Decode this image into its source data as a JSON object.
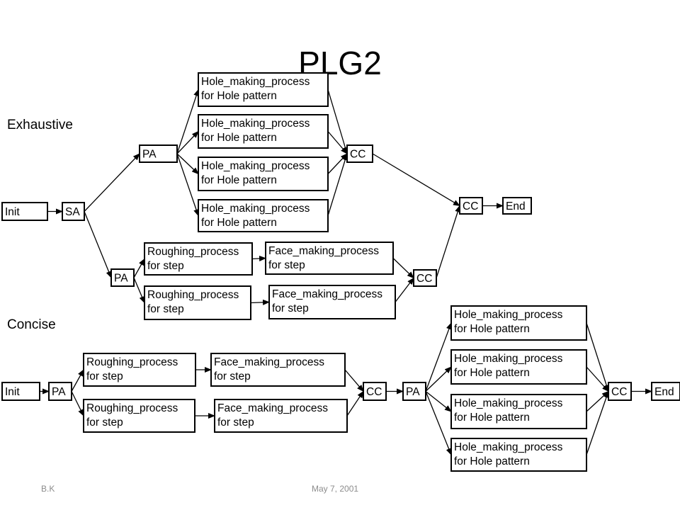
{
  "title": "PLG2",
  "sections": {
    "exhaustive": "Exhaustive",
    "concise": "Concise"
  },
  "footer": {
    "author": "B.K",
    "date": "May 7, 2001"
  },
  "diagram": {
    "nodes": [
      {
        "id": "e_init",
        "lines": [
          "Init"
        ]
      },
      {
        "id": "e_sa",
        "lines": [
          "SA"
        ]
      },
      {
        "id": "e_pa1",
        "lines": [
          "PA"
        ]
      },
      {
        "id": "e_hole1",
        "lines": [
          "Hole_making_process",
          "for Hole pattern"
        ]
      },
      {
        "id": "e_hole2",
        "lines": [
          "Hole_making_process",
          "for Hole pattern"
        ]
      },
      {
        "id": "e_hole3",
        "lines": [
          "Hole_making_process",
          "for Hole pattern"
        ]
      },
      {
        "id": "e_hole4",
        "lines": [
          "Hole_making_process",
          "for Hole pattern"
        ]
      },
      {
        "id": "e_cc1",
        "lines": [
          "CC"
        ]
      },
      {
        "id": "e_cc3",
        "lines": [
          "CC"
        ]
      },
      {
        "id": "e_end",
        "lines": [
          "End"
        ]
      },
      {
        "id": "e_pa2",
        "lines": [
          "PA"
        ]
      },
      {
        "id": "e_rough1",
        "lines": [
          "Roughing_process",
          "for step"
        ]
      },
      {
        "id": "e_face1",
        "lines": [
          "Face_making_process",
          "for step"
        ]
      },
      {
        "id": "e_rough2",
        "lines": [
          "Roughing_process",
          "for step"
        ]
      },
      {
        "id": "e_face2",
        "lines": [
          "Face_making_process",
          "for step"
        ]
      },
      {
        "id": "e_cc2",
        "lines": [
          "CC"
        ]
      },
      {
        "id": "c_init",
        "lines": [
          "Init"
        ]
      },
      {
        "id": "c_pa1",
        "lines": [
          "PA"
        ]
      },
      {
        "id": "c_rough1",
        "lines": [
          "Roughing_process",
          "for step"
        ]
      },
      {
        "id": "c_face1",
        "lines": [
          "Face_making_process",
          "for step"
        ]
      },
      {
        "id": "c_rough2",
        "lines": [
          "Roughing_process",
          "for step"
        ]
      },
      {
        "id": "c_face2",
        "lines": [
          "Face_making_process",
          "for step"
        ]
      },
      {
        "id": "c_cc1",
        "lines": [
          "CC"
        ]
      },
      {
        "id": "c_pa2",
        "lines": [
          "PA"
        ]
      },
      {
        "id": "c_hole1",
        "lines": [
          "Hole_making_process",
          "for Hole pattern"
        ]
      },
      {
        "id": "c_hole2",
        "lines": [
          "Hole_making_process",
          "for Hole pattern"
        ]
      },
      {
        "id": "c_hole3",
        "lines": [
          "Hole_making_process",
          "for Hole pattern"
        ]
      },
      {
        "id": "c_hole4",
        "lines": [
          "Hole_making_process",
          "for Hole pattern"
        ]
      },
      {
        "id": "c_cc2",
        "lines": [
          "CC"
        ]
      },
      {
        "id": "c_end",
        "lines": [
          "End"
        ]
      }
    ],
    "edges": [
      [
        "e_init",
        "e_sa"
      ],
      [
        "e_sa",
        "e_pa1"
      ],
      [
        "e_sa",
        "e_pa2"
      ],
      [
        "e_pa1",
        "e_hole1"
      ],
      [
        "e_pa1",
        "e_hole2"
      ],
      [
        "e_pa1",
        "e_hole3"
      ],
      [
        "e_pa1",
        "e_hole4"
      ],
      [
        "e_hole1",
        "e_cc1"
      ],
      [
        "e_hole2",
        "e_cc1"
      ],
      [
        "e_hole3",
        "e_cc1"
      ],
      [
        "e_hole4",
        "e_cc1"
      ],
      [
        "e_cc1",
        "e_cc3"
      ],
      [
        "e_cc3",
        "e_end"
      ],
      [
        "e_pa2",
        "e_rough1"
      ],
      [
        "e_pa2",
        "e_rough2"
      ],
      [
        "e_rough1",
        "e_face1"
      ],
      [
        "e_rough2",
        "e_face2"
      ],
      [
        "e_face1",
        "e_cc2"
      ],
      [
        "e_face2",
        "e_cc2"
      ],
      [
        "e_cc2",
        "e_cc3"
      ],
      [
        "c_init",
        "c_pa1"
      ],
      [
        "c_pa1",
        "c_rough1"
      ],
      [
        "c_pa1",
        "c_rough2"
      ],
      [
        "c_rough1",
        "c_face1"
      ],
      [
        "c_rough2",
        "c_face2"
      ],
      [
        "c_face1",
        "c_cc1"
      ],
      [
        "c_face2",
        "c_cc1"
      ],
      [
        "c_cc1",
        "c_pa2"
      ],
      [
        "c_pa2",
        "c_hole1"
      ],
      [
        "c_pa2",
        "c_hole2"
      ],
      [
        "c_pa2",
        "c_hole3"
      ],
      [
        "c_pa2",
        "c_hole4"
      ],
      [
        "c_hole1",
        "c_cc2"
      ],
      [
        "c_hole2",
        "c_cc2"
      ],
      [
        "c_hole3",
        "c_cc2"
      ],
      [
        "c_hole4",
        "c_cc2"
      ],
      [
        "c_cc2",
        "c_end"
      ]
    ]
  }
}
